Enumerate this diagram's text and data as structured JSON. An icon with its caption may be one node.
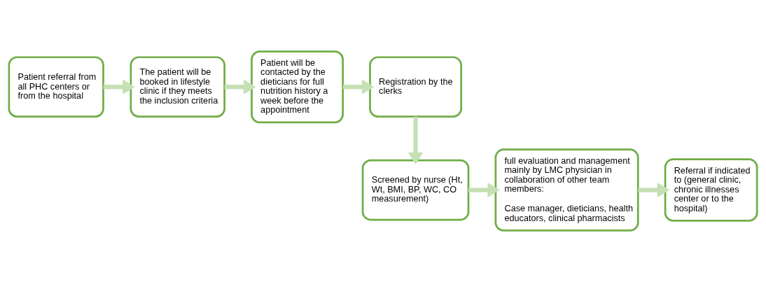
{
  "diagram": {
    "nodes": [
      {
        "text": [
          "Patient referral from all PHC centers or from the hospital"
        ]
      },
      {
        "text": [
          "The patient will be booked in lifestyle clinic if they meets the inclusion criteria"
        ]
      },
      {
        "text": [
          "Patient will be contacted by the dieticians for full nutrition history a week before the appointment"
        ]
      },
      {
        "text": [
          "Registration by the clerks"
        ]
      },
      {
        "text": [
          "Screened by nurse (Ht, Wt, BMI, BP, WC, CO measurement)"
        ]
      },
      {
        "text": [
          "full evaluation and management mainly by LMC physician in collaboration of other team members:",
          "Case manager, dieticians, health educators, clinical pharmacists"
        ]
      },
      {
        "text": [
          "Referral if indicated to (general clinic, chronic illnesses center or to the hospital)"
        ]
      }
    ],
    "edges": [
      {
        "from": 0,
        "to": 1,
        "arrow": "to"
      },
      {
        "from": 1,
        "to": 2,
        "arrow": "to"
      },
      {
        "from": 2,
        "to": 3,
        "arrow": "to"
      },
      {
        "from": 3,
        "to": 4,
        "arrow": "to"
      },
      {
        "from": 4,
        "to": 5,
        "arrow": "to"
      },
      {
        "from": 5,
        "to": 6,
        "arrow": "to"
      }
    ]
  }
}
